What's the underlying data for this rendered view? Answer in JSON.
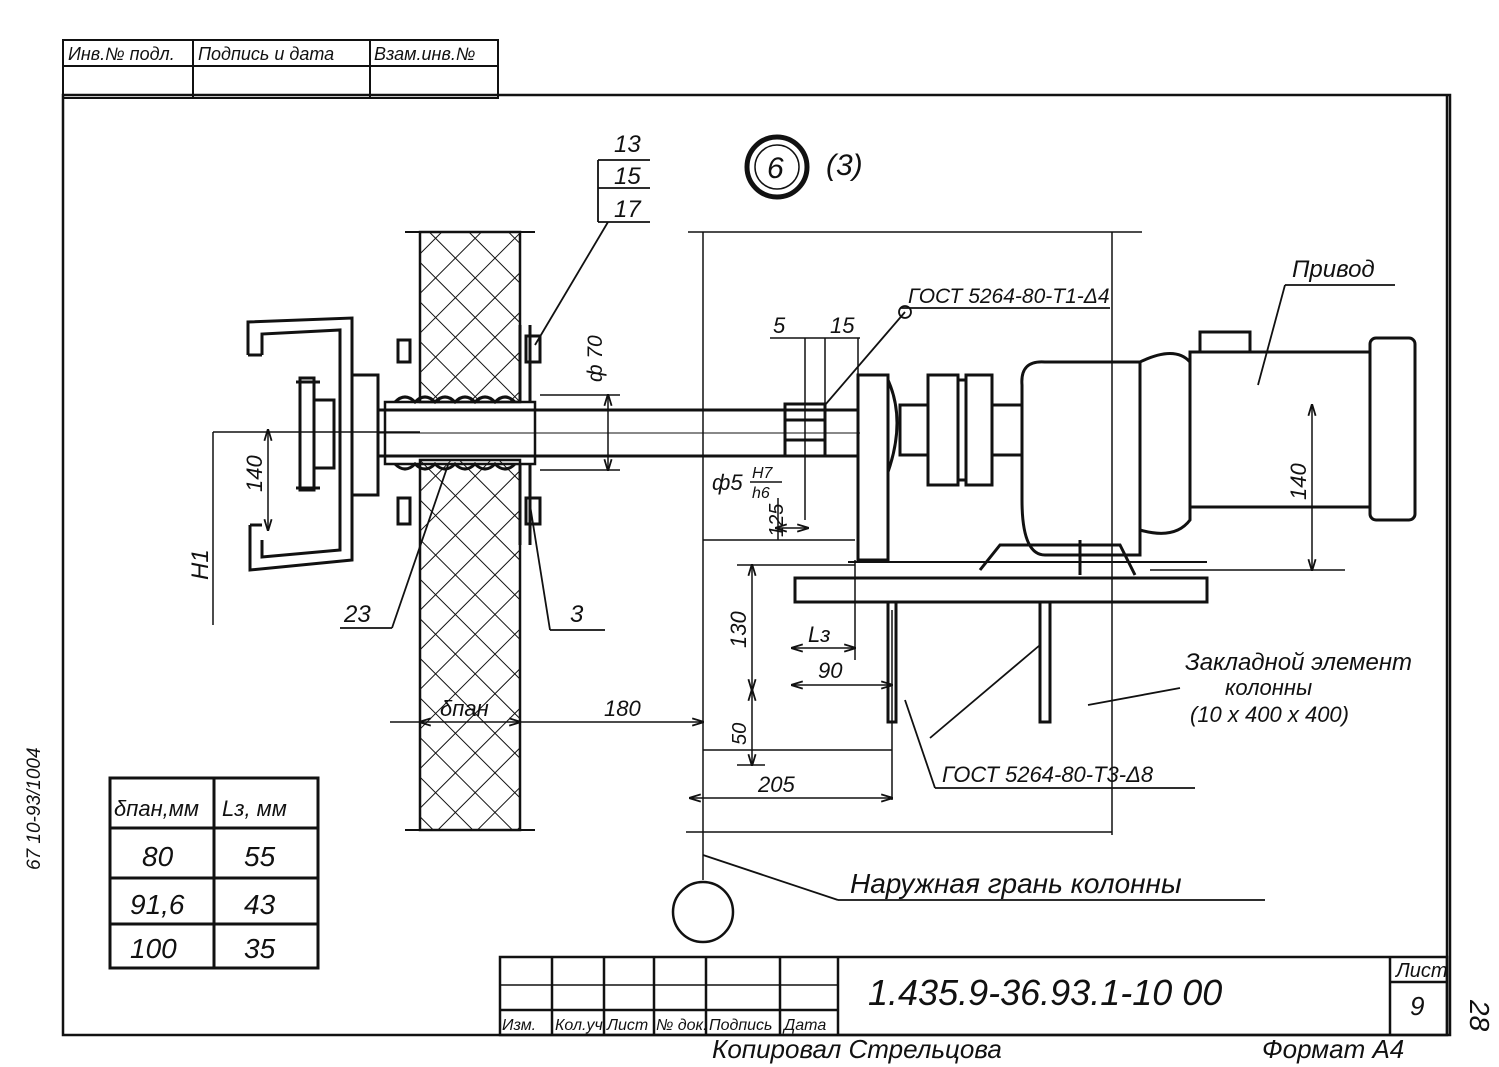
{
  "top_stamp": {
    "col1": "Инв.№ подл.",
    "col2": "Подпись и дата",
    "col3": "Взам.инв.№"
  },
  "side_stamp": "67   10-93/1004",
  "view_mark": {
    "number": "6",
    "ref": "(3)"
  },
  "callouts": {
    "pos_13": "13",
    "pos_15": "15",
    "pos_17": "17",
    "pos_23": "23",
    "pos_3": "3",
    "weld_top": "ГОСТ 5264-80-Т1-Δ4",
    "weld_bottom": "ГОСТ 5264-80-Т3-Δ8",
    "drive": "Привод",
    "embedded_line1": "Закладной элемент",
    "embedded_line2": "колонны",
    "embedded_line3": "(10 х 400 х 400)",
    "column_face": "Наружная грань колонны"
  },
  "dimensions": {
    "phi70": "ф 70",
    "d5": "5",
    "d15": "15",
    "phi5": "ф5",
    "fit_upper": "H7",
    "fit_lower": "h6",
    "d125": "125",
    "d140_left": "140",
    "h1": "H1",
    "d140_right": "140",
    "d130": "130",
    "lz": "Lз",
    "d90": "90",
    "b_pan": "δпан",
    "d180": "180",
    "d50": "50",
    "d205": "205"
  },
  "spec_table": {
    "headers": [
      "δпан,мм",
      "Lз, мм"
    ],
    "rows": [
      [
        "80",
        "55"
      ],
      [
        "91,6",
        "43"
      ],
      [
        "100",
        "35"
      ]
    ]
  },
  "title_block": {
    "designation": "1.435.9-36.93.1-10 00",
    "sheet_label": "Лист",
    "sheet_number": "9",
    "columns": [
      "Изм.",
      "Кол.уч",
      "Лист",
      "№ док.",
      "Подпись",
      "Дата"
    ],
    "copied_by": "Копировал Стрельцова",
    "format": "Формат А4",
    "page_number": "28"
  }
}
